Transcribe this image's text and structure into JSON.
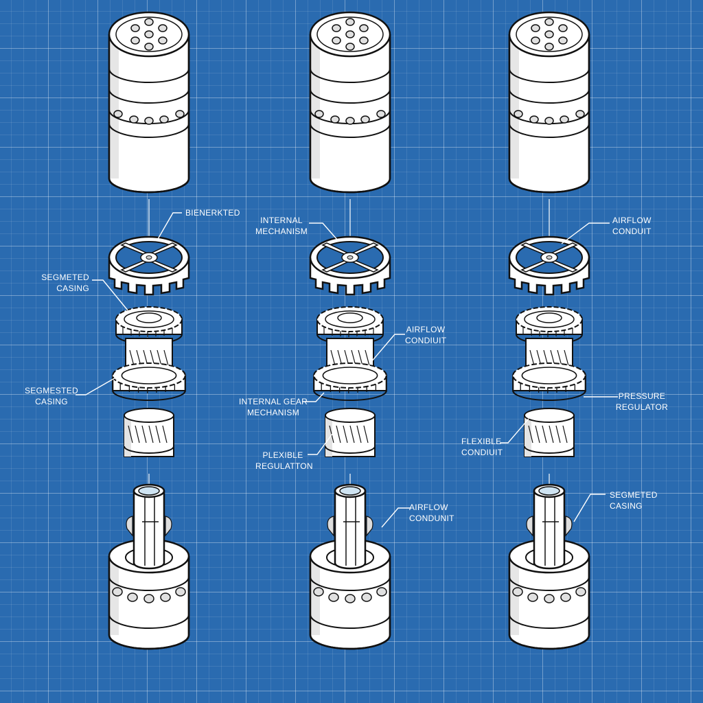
{
  "diagram": {
    "type": "exploded-assembly-blueprint",
    "background_color": "#2a6bb0",
    "grid_color": "#6ea0d4",
    "part_fill": "#ffffff",
    "part_stroke": "#111111",
    "leader_color": "#ffffff",
    "columns": [
      {
        "id": "assembly-1",
        "parts": [
          "top-cap-cylinder",
          "spoked-wheel-housing",
          "gear-stack",
          "base-cylinder-with-shaft"
        ],
        "labels": [
          {
            "line1": "BIENERKTED",
            "line2": ""
          },
          {
            "line1": "SEGMETED",
            "line2": "CASING"
          },
          {
            "line1": "SEGMESTED",
            "line2": "CASING"
          }
        ]
      },
      {
        "id": "assembly-2",
        "parts": [
          "top-cap-cylinder",
          "spoked-wheel-housing",
          "gear-stack",
          "base-cylinder-with-shaft"
        ],
        "labels": [
          {
            "line1": "INTERNAL",
            "line2": "MECHANISM"
          },
          {
            "line1": "AIRFLOW",
            "line2": "CONDIUIT"
          },
          {
            "line1": "INTERNAL GEAR",
            "line2": "MECHANISM"
          },
          {
            "line1": "PLEXIBLE",
            "line2": "REGULATTON"
          },
          {
            "line1": "AIRFLOW",
            "line2": "CONDUNIT"
          }
        ]
      },
      {
        "id": "assembly-3",
        "parts": [
          "top-cap-cylinder",
          "spoked-wheel-housing",
          "gear-stack",
          "base-cylinder-with-shaft"
        ],
        "labels": [
          {
            "line1": "AIRFLOW",
            "line2": "CONDUIT"
          },
          {
            "line1": "PRESSURE",
            "line2": "REGULATOR"
          },
          {
            "line1": "FLEXIBLE",
            "line2": "CONDIUIT"
          },
          {
            "line1": "SEGMETED",
            "line2": "CASING"
          }
        ]
      }
    ]
  }
}
